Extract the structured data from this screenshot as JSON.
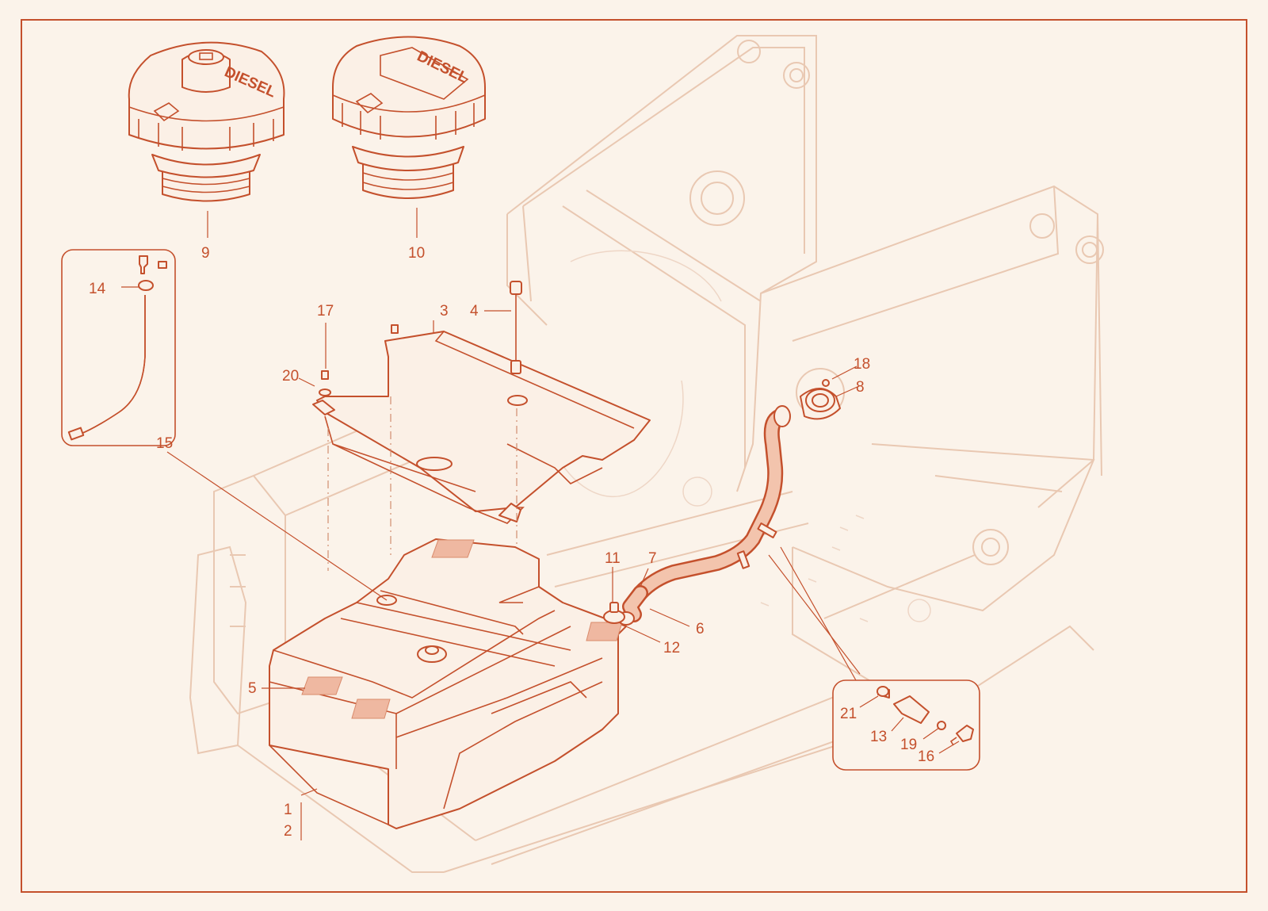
{
  "colors": {
    "accent": "#c4502c",
    "ghost": "#e9c8b2",
    "background": "#fbf3ea",
    "pad": "#efb8a1"
  },
  "caps": {
    "cap9_text": "DIESEL",
    "cap10_text": "DIESEL"
  },
  "callouts": {
    "c1": "1",
    "c2": "2",
    "c3": "3",
    "c4": "4",
    "c5": "5",
    "c6": "6",
    "c7": "7",
    "c8": "8",
    "c9": "9",
    "c10": "10",
    "c11": "11",
    "c12": "12",
    "c13": "13",
    "c14": "14",
    "c15": "15",
    "c16": "16",
    "c17": "17",
    "c18": "18",
    "c19": "19",
    "c20": "20",
    "c21": "21"
  }
}
